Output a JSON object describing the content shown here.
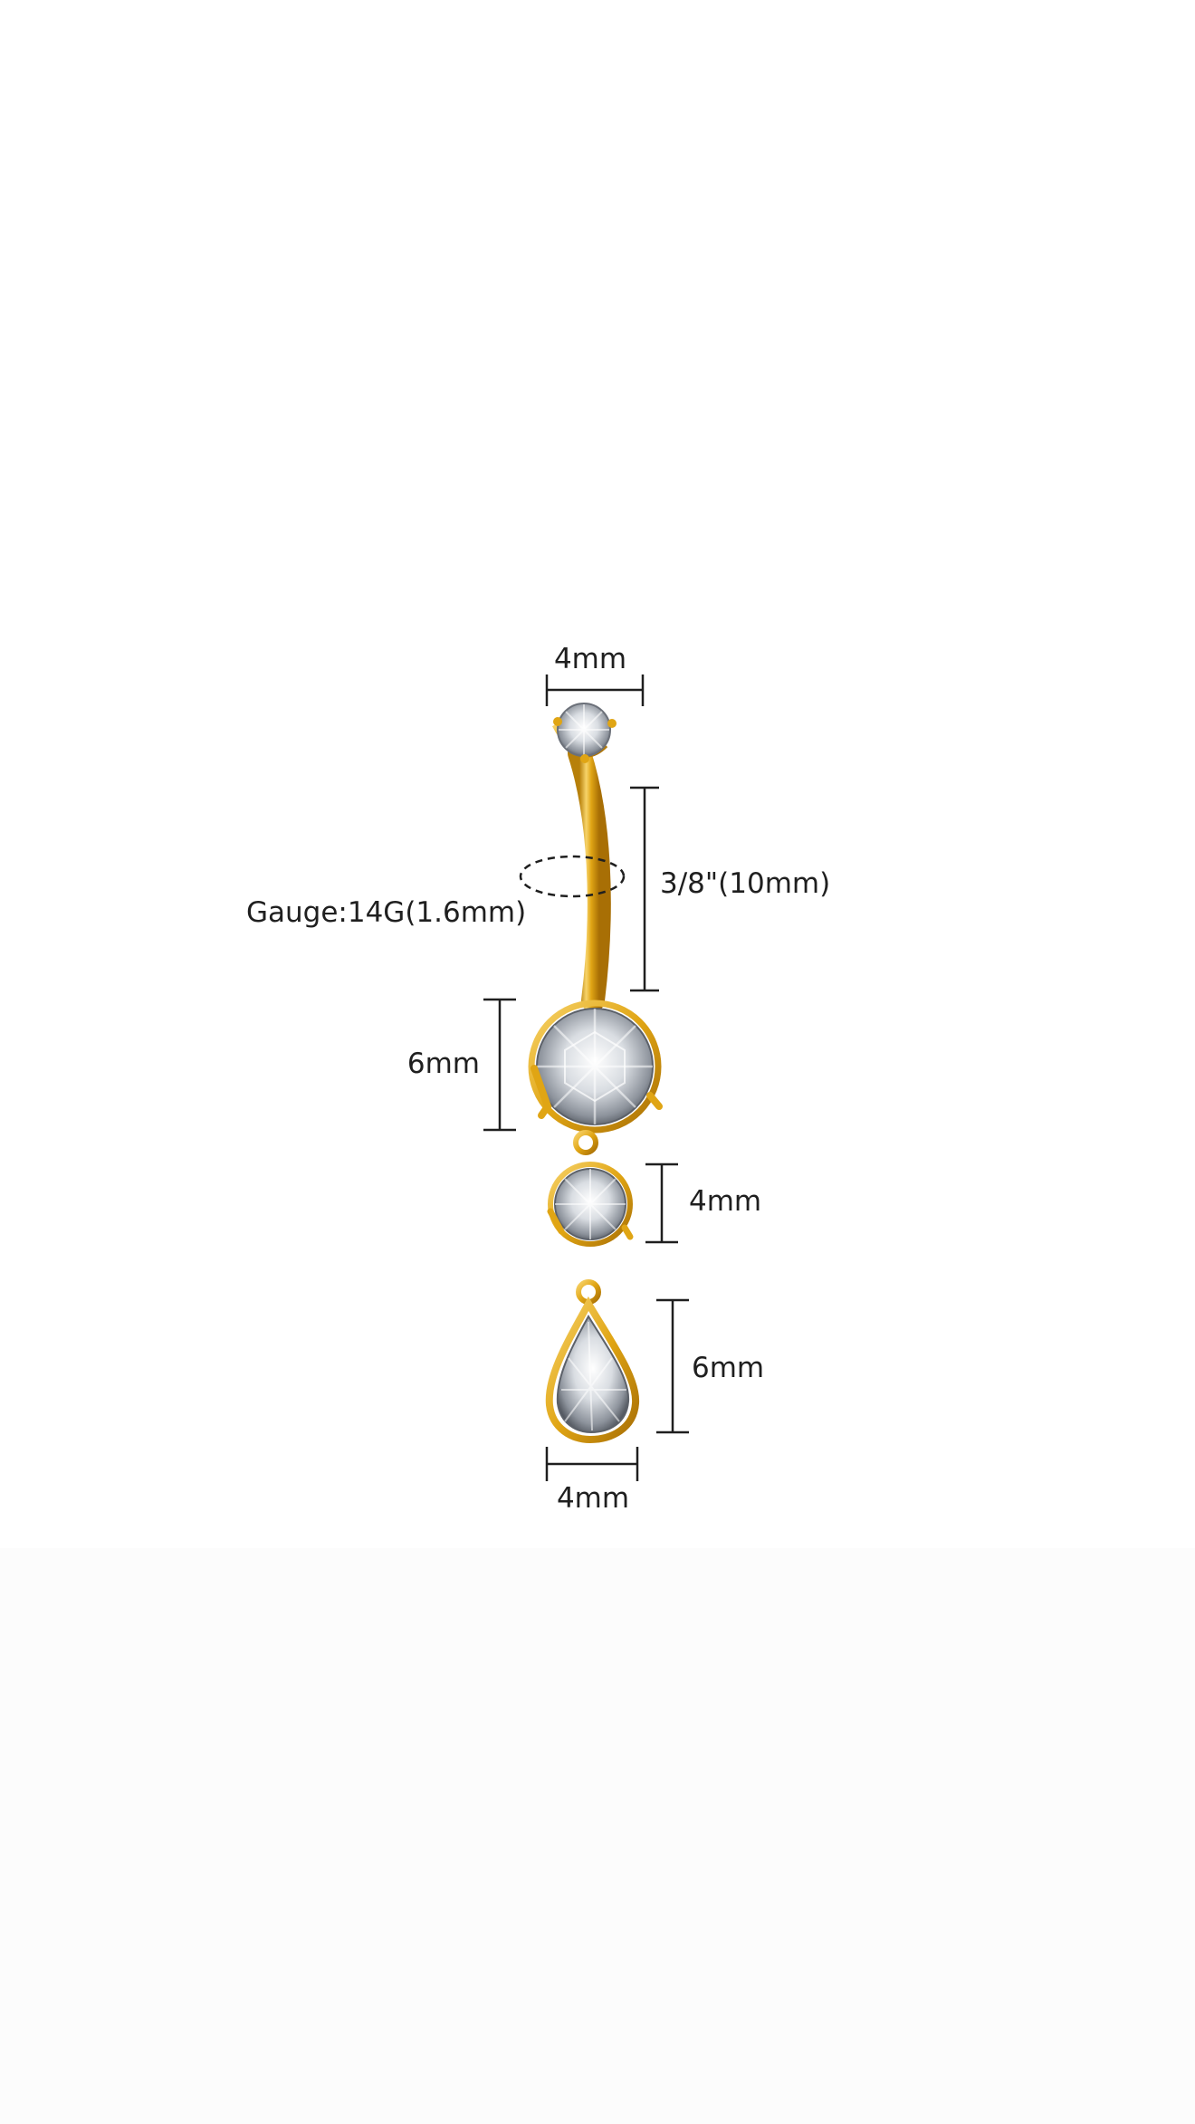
{
  "labels": {
    "top_gem_width": "4mm",
    "bar_length": "3/8\"(10mm)",
    "gauge": "Gauge:14G(1.6mm)",
    "main_gem_height": "6mm",
    "dangle_gem_height": "4mm",
    "teardrop_height": "6mm",
    "teardrop_width": "4mm"
  },
  "colors": {
    "background": "#ffffff",
    "gold": "#e0a514",
    "gold_dark": "#b7800a",
    "gold_light": "#f7d36a",
    "dimension_line": "#1f1f1f"
  }
}
